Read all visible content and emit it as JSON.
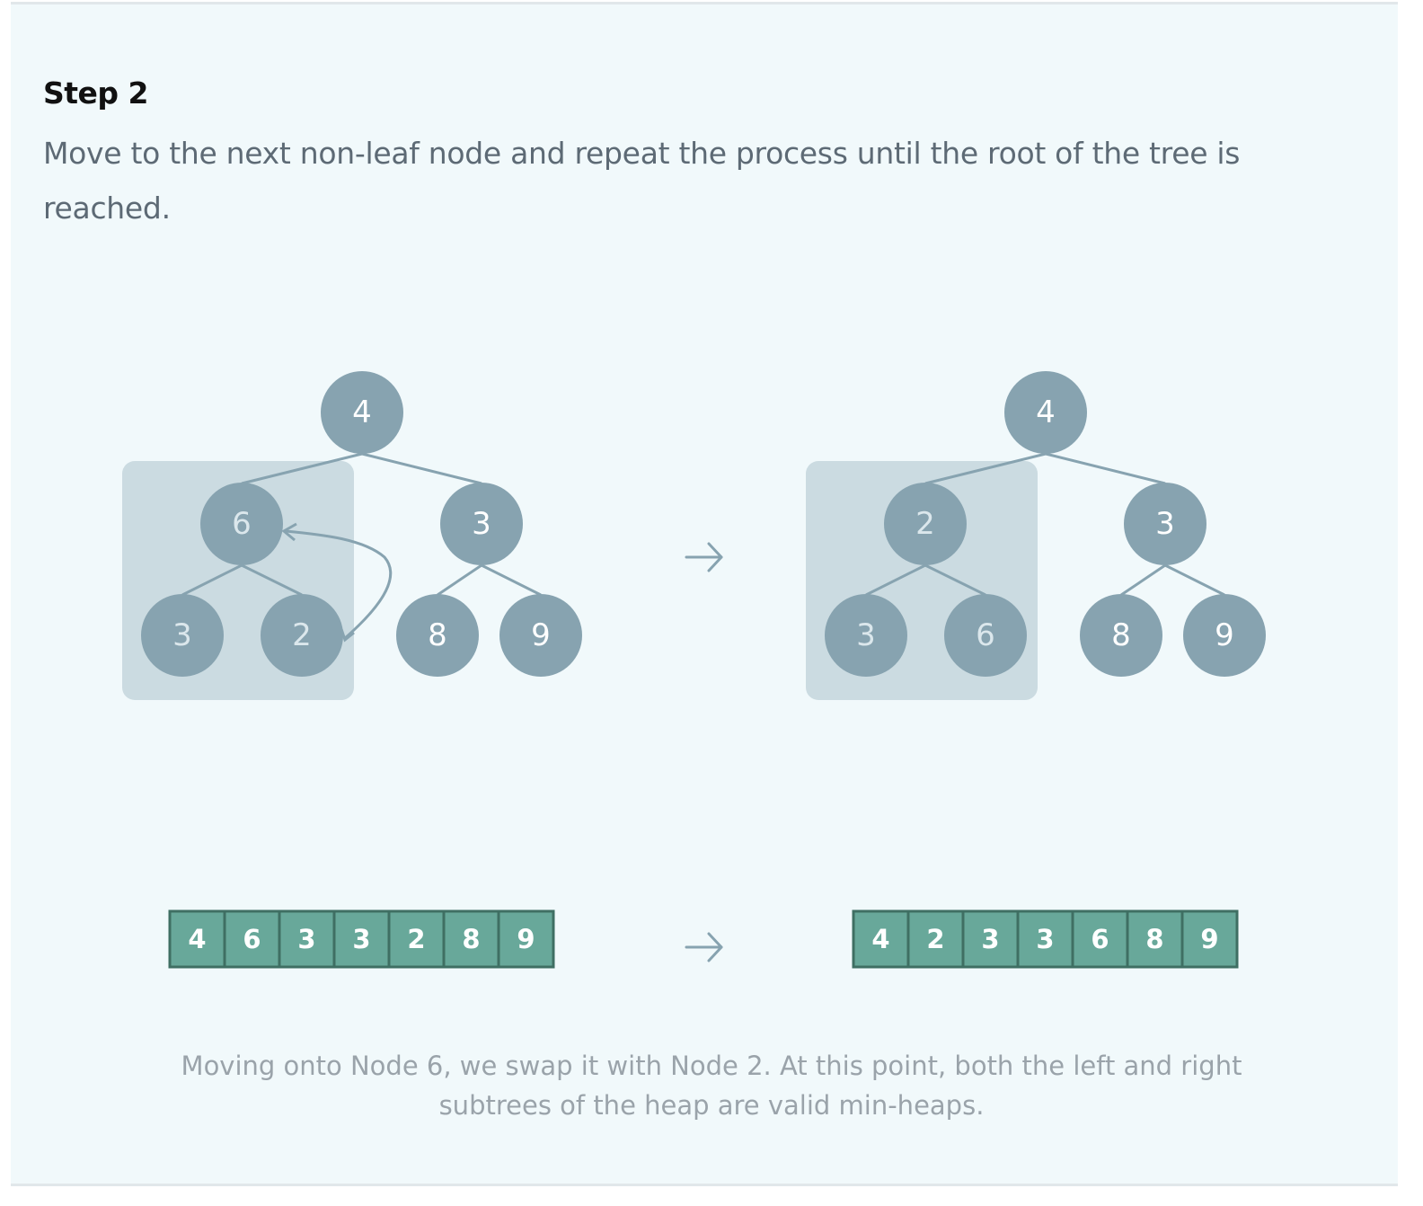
{
  "step_title": "Step 2",
  "step_text": "Move to the next non-leaf node and repeat the process until the root of the tree is reached.",
  "before": {
    "tree": {
      "root": "4",
      "left": "6",
      "right": "3",
      "left_left": "3",
      "left_right": "2",
      "right_left": "8",
      "right_right": "9"
    },
    "array": [
      "4",
      "6",
      "3",
      "3",
      "2",
      "8",
      "9"
    ]
  },
  "after": {
    "tree": {
      "root": "4",
      "left": "2",
      "right": "3",
      "left_left": "3",
      "left_right": "6",
      "right_left": "8",
      "right_right": "9"
    },
    "array": [
      "4",
      "2",
      "3",
      "3",
      "6",
      "8",
      "9"
    ]
  },
  "caption": "Moving onto Node 6, we swap it with Node 2. At this point, both the left and right subtrees of the heap are valid min-heaps.",
  "colors": {
    "node": "#87a3b0",
    "highlight": "#cbdbe1",
    "cell": "#68a89a",
    "cell_border": "#3f6f63",
    "background": "#f1f9fb"
  }
}
